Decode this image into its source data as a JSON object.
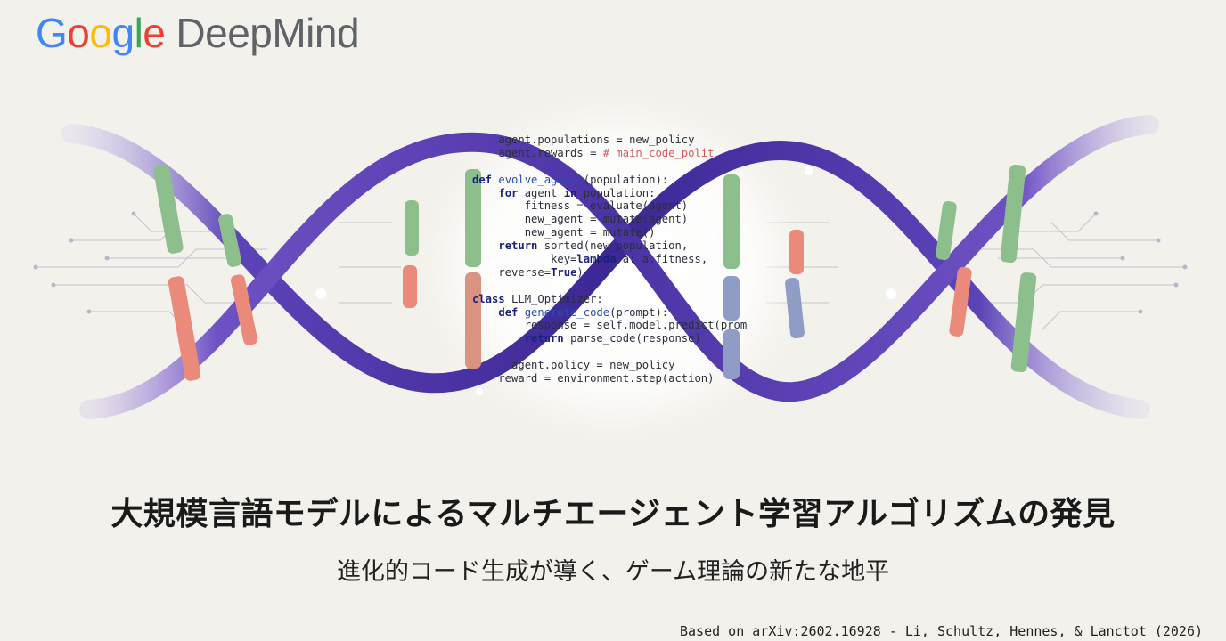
{
  "header": {
    "brand_google_letters": [
      {
        "char": "G",
        "color": "#4285F4"
      },
      {
        "char": "o",
        "color": "#EA4335"
      },
      {
        "char": "o",
        "color": "#FBBC05"
      },
      {
        "char": "g",
        "color": "#4285F4"
      },
      {
        "char": "l",
        "color": "#34A853"
      },
      {
        "char": "e",
        "color": "#EA4335"
      }
    ],
    "brand_deepmind": "DeepMind"
  },
  "hero": {
    "illustration": "dna-double-helix-with-code",
    "helix_color": "#5a3fb0",
    "code_lines": [
      {
        "text": "    agent.populations = new_policy",
        "style": "plain"
      },
      {
        "text": "    agent.rewards = # main_code_polit",
        "style": "plain"
      },
      {
        "text": "",
        "style": "plain"
      },
      {
        "text": "def evolve_agents(population):",
        "style": "def"
      },
      {
        "text": "    for agent in population:",
        "style": "for"
      },
      {
        "text": "        fitness = evaluate(agent)",
        "style": "plain"
      },
      {
        "text": "        new_agent = mutate(agent)",
        "style": "plain"
      },
      {
        "text": "        new_agent = mutate()",
        "style": "plain"
      },
      {
        "text": "    return sorted(new_population,",
        "style": "return"
      },
      {
        "text": "            key=lambda a: a.fitness,",
        "style": "lambda"
      },
      {
        "text": "    reverse=True)",
        "style": "true"
      },
      {
        "text": "",
        "style": "plain"
      },
      {
        "text": "class LLM_Optimizer:",
        "style": "class"
      },
      {
        "text": "    def generate_code(prompt):",
        "style": "def"
      },
      {
        "text": "        response = self.model.predict(prompt)",
        "style": "plain"
      },
      {
        "text": "        return parse_code(response)",
        "style": "return"
      },
      {
        "text": "",
        "style": "plain"
      },
      {
        "text": "      agent.policy = new_policy",
        "style": "plain"
      },
      {
        "text": "    reward = environment.step(action)",
        "style": "plain"
      }
    ]
  },
  "title": "大規模言語モデルによるマルチエージェント学習アルゴリズムの発見",
  "subtitle": "進化的コード生成が導く、ゲーム理論の新たな地平",
  "citation": "Based on arXiv:2602.16928 - Li, Schultz, Hennes, & Lanctot (2026)"
}
